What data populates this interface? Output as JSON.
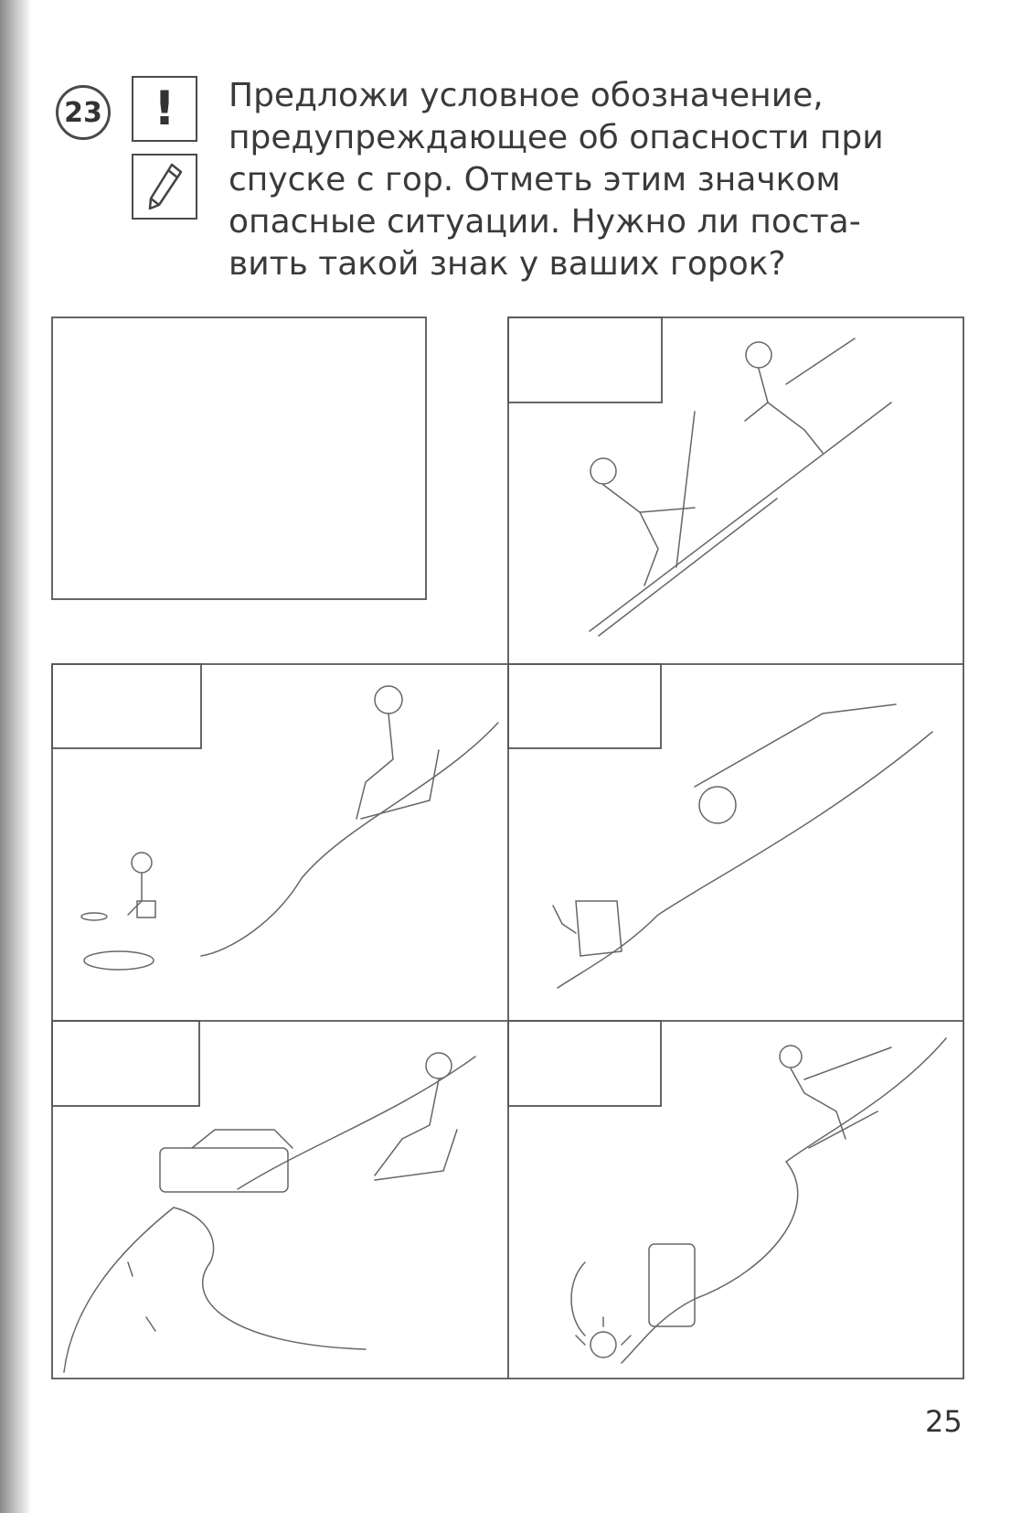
{
  "task": {
    "number": "23",
    "icons": [
      "exclamation-icon",
      "pencil-icon"
    ],
    "exclamation": "!",
    "lines": [
      "Предложи условное обозначение,",
      "предупреждающее об опасности при",
      "спуске с гор. Отметь этим значком",
      "опасные ситуации. Нужно ли поста-",
      "вить такой знак у ваших горок?"
    ]
  },
  "page_number": "25"
}
